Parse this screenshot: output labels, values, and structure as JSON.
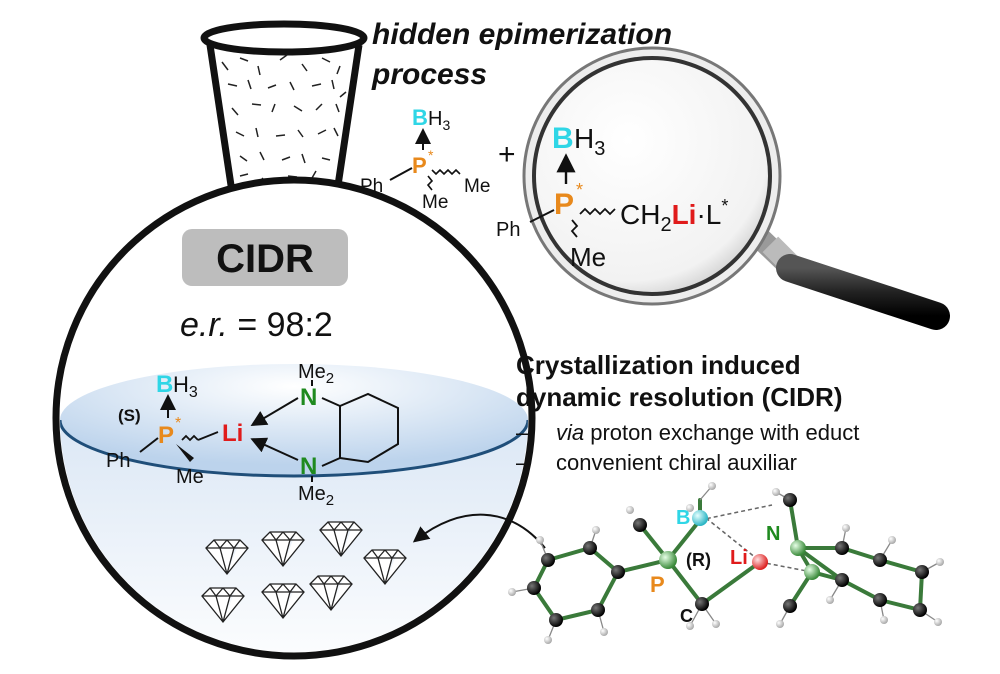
{
  "colors": {
    "phosphorus": "#e8891c",
    "boron": "#2fd6e6",
    "lithium": "#e01b1b",
    "nitrogen": "#1f8a1f",
    "cidr_badge": "#bdbdbd",
    "liquid_line": "#1f4e79"
  },
  "header": {
    "line1": "hidden epimerization",
    "line2": "process"
  },
  "flask": {
    "badge": "CIDR",
    "er_label": "e.r.",
    "er_value": " = 98:2",
    "crystals_icon": "diamond-crystals-icon"
  },
  "scheme_free": {
    "b": "B",
    "h3": "H",
    "h3_sub": "3",
    "p": "P",
    "star": "*",
    "ph": "Ph",
    "me1": "Me",
    "me2": "Me"
  },
  "plus": "+",
  "magnifier": {
    "icon": "magnifying-glass-icon",
    "b": "B",
    "h3": "H",
    "h3_sub": "3",
    "p": "P",
    "star": "*",
    "ph": "Ph",
    "me": "Me",
    "ch2": "CH",
    "ch2_sub": "2",
    "li": "Li",
    "dot_l": "·L",
    "l_star": "*"
  },
  "complex": {
    "s_label": "(S)",
    "b": "B",
    "h3": "H",
    "h3_sub": "3",
    "p": "P",
    "star": "*",
    "ph": "Ph",
    "me": "Me",
    "li": "Li",
    "n": "N",
    "me2_top": "Me",
    "me2_top_sub": "2",
    "me2_bottom": "Me",
    "me2_bottom_sub": "2"
  },
  "description": {
    "title_line1": "Crystallization induced",
    "title_line2": "dynamic resolution (CIDR)",
    "bullets": [
      {
        "dash": "–",
        "italic": "via",
        "text": " proton exchange with educt"
      },
      {
        "dash": "–",
        "italic": "",
        "text": "convenient chiral auxiliar"
      }
    ]
  },
  "crystal_structure": {
    "labels": {
      "b": "B",
      "n": "N",
      "r": "(R)",
      "li": "Li",
      "p": "P",
      "c": "C"
    }
  }
}
